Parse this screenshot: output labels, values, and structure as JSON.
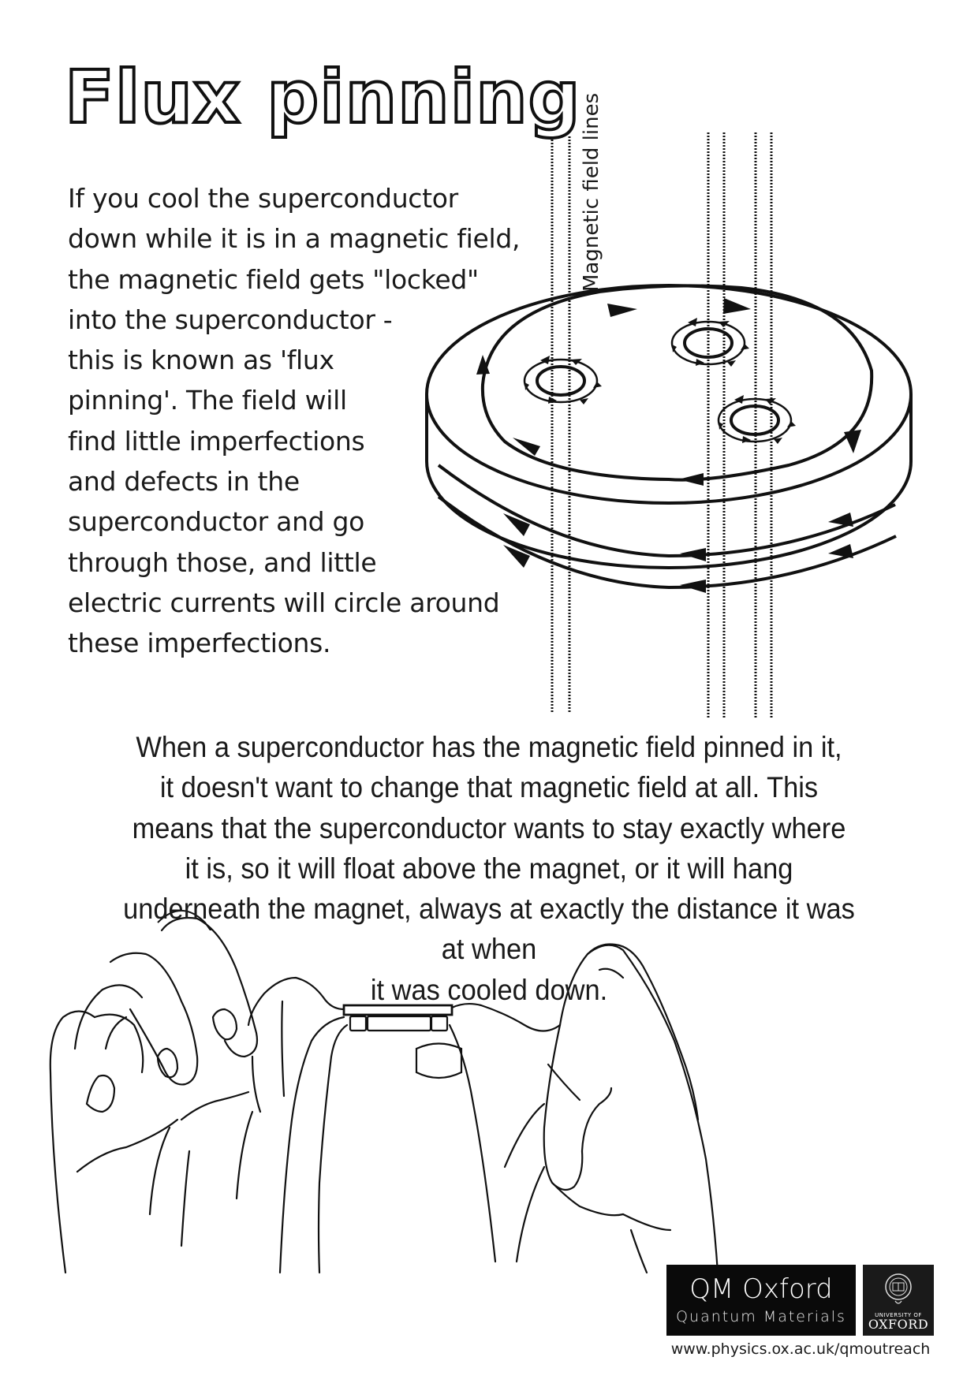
{
  "header": {
    "title": "Flux pinning"
  },
  "intro": {
    "lines": [
      "If you cool the superconductor",
      "down while it is in a magnetic field,",
      "the magnetic field gets \"locked\"",
      "into the superconductor -",
      "this is known as 'flux",
      "pinning'. The field will",
      "find little imperfections",
      "and defects in the",
      "superconductor and go",
      "through those, and little",
      "electric currents will circle around",
      "these imperfections."
    ],
    "text": "If you cool the superconductor\ndown while it is in a magnetic field,\nthe magnetic field gets \"locked\"\ninto the superconductor -\nthis is known as 'flux\npinning'. The field will\nfind little imperfections\nand defects in the\nsuperconductor and go\nthrough those, and little\nelectric currents will circle around\nthese imperfections."
  },
  "diagram": {
    "label": "Magnetic field lines",
    "icon": "superconductor-disc-diagram"
  },
  "explanation": {
    "text": "When a superconductor has the magnetic field pinned in it,\nit doesn't want to change that magnetic field at all. This\nmeans that the superconductor wants to stay exactly where\nit is, so it will float above the magnet, or it will hang\nunderneath the magnet, always at exactly the distance it was\nat when\nit was cooled down."
  },
  "illustration": {
    "icon": "hands-holding-levitating-superconductor"
  },
  "footer": {
    "brand_title": "QM Oxford",
    "brand_subtitle": "Quantum Materials",
    "university_small": "UNIVERSITY OF",
    "university_big": "OXFORD",
    "url": "www.physics.ox.ac.uk/qmoutreach"
  },
  "colors": {
    "ink": "#111111",
    "background": "#ffffff",
    "brand_box": "#0a0a0a"
  }
}
